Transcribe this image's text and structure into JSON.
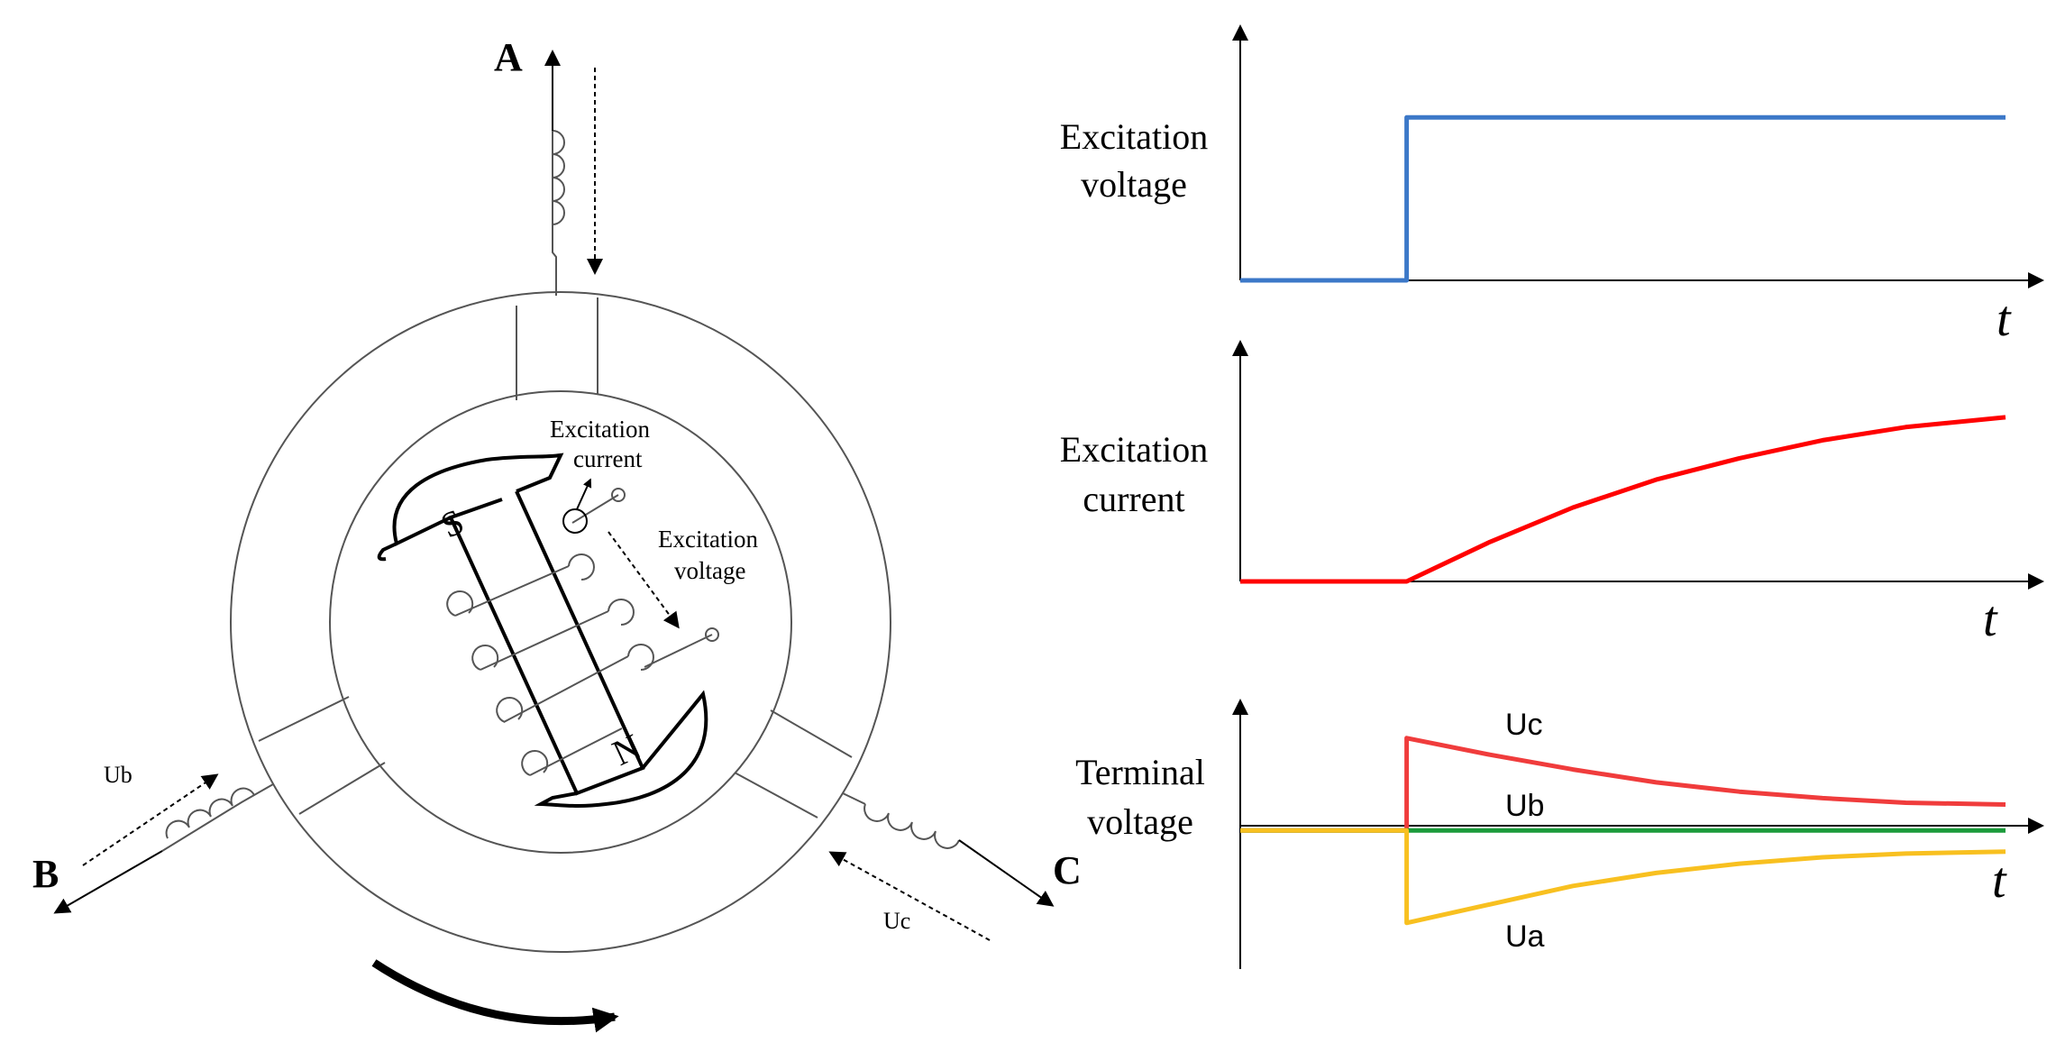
{
  "machine": {
    "phase_labels": {
      "a": "A",
      "b": "B",
      "c": "C"
    },
    "rotor_pole_labels": {
      "south": "S",
      "north": "N"
    },
    "field_current_label": [
      "Excitation",
      "current"
    ],
    "field_voltage_label": [
      "Excitation",
      "voltage"
    ],
    "ub_label": "Ub",
    "uc_label": "Uc"
  },
  "chart_data": [
    {
      "type": "line",
      "ylabel": [
        "Excitation",
        "voltage"
      ],
      "xlabel": "t",
      "series": [
        {
          "color": "#3c78c8",
          "points": [
            [
              0,
              0
            ],
            [
              1,
              0
            ],
            [
              1,
              1
            ],
            [
              4.6,
              1
            ]
          ]
        }
      ],
      "xlim": [
        0,
        4.6
      ],
      "ylim": [
        0,
        1.5
      ]
    },
    {
      "type": "line",
      "ylabel": [
        "Excitation",
        "current"
      ],
      "xlabel": "t",
      "series": [
        {
          "color": "#ff0000",
          "points": [
            [
              0,
              0
            ],
            [
              1,
              0
            ],
            [
              1.5,
              0.24
            ],
            [
              2,
              0.45
            ],
            [
              2.5,
              0.62
            ],
            [
              3,
              0.75
            ],
            [
              3.5,
              0.86
            ],
            [
              4,
              0.94
            ],
            [
              4.6,
              1
            ]
          ]
        }
      ],
      "xlim": [
        0,
        4.6
      ],
      "ylim": [
        0,
        1.4
      ]
    },
    {
      "type": "line",
      "ylabel": [
        "Terminal",
        "voltage"
      ],
      "xlabel": "t",
      "series": [
        {
          "name": "Uc",
          "color": "#f03c3c",
          "points": [
            [
              0,
              0
            ],
            [
              1,
              0
            ],
            [
              1,
              1
            ],
            [
              1.5,
              0.82
            ],
            [
              2,
              0.66
            ],
            [
              2.5,
              0.52
            ],
            [
              3,
              0.42
            ],
            [
              3.5,
              0.35
            ],
            [
              4,
              0.3
            ],
            [
              4.6,
              0.28
            ]
          ]
        },
        {
          "name": "Ub",
          "color": "#1a9a3a",
          "points": [
            [
              0,
              0
            ],
            [
              1,
              0
            ],
            [
              4.6,
              0
            ]
          ]
        },
        {
          "name": "Ua",
          "color": "#f8c020",
          "points": [
            [
              0,
              0
            ],
            [
              1,
              0
            ],
            [
              1,
              -1
            ],
            [
              1.5,
              -0.8
            ],
            [
              2,
              -0.6
            ],
            [
              2.5,
              -0.46
            ],
            [
              3,
              -0.36
            ],
            [
              3.5,
              -0.29
            ],
            [
              4,
              -0.25
            ],
            [
              4.6,
              -0.23
            ]
          ]
        }
      ],
      "xlim": [
        0,
        4.6
      ],
      "ylim": [
        -1.5,
        1.3
      ]
    }
  ]
}
